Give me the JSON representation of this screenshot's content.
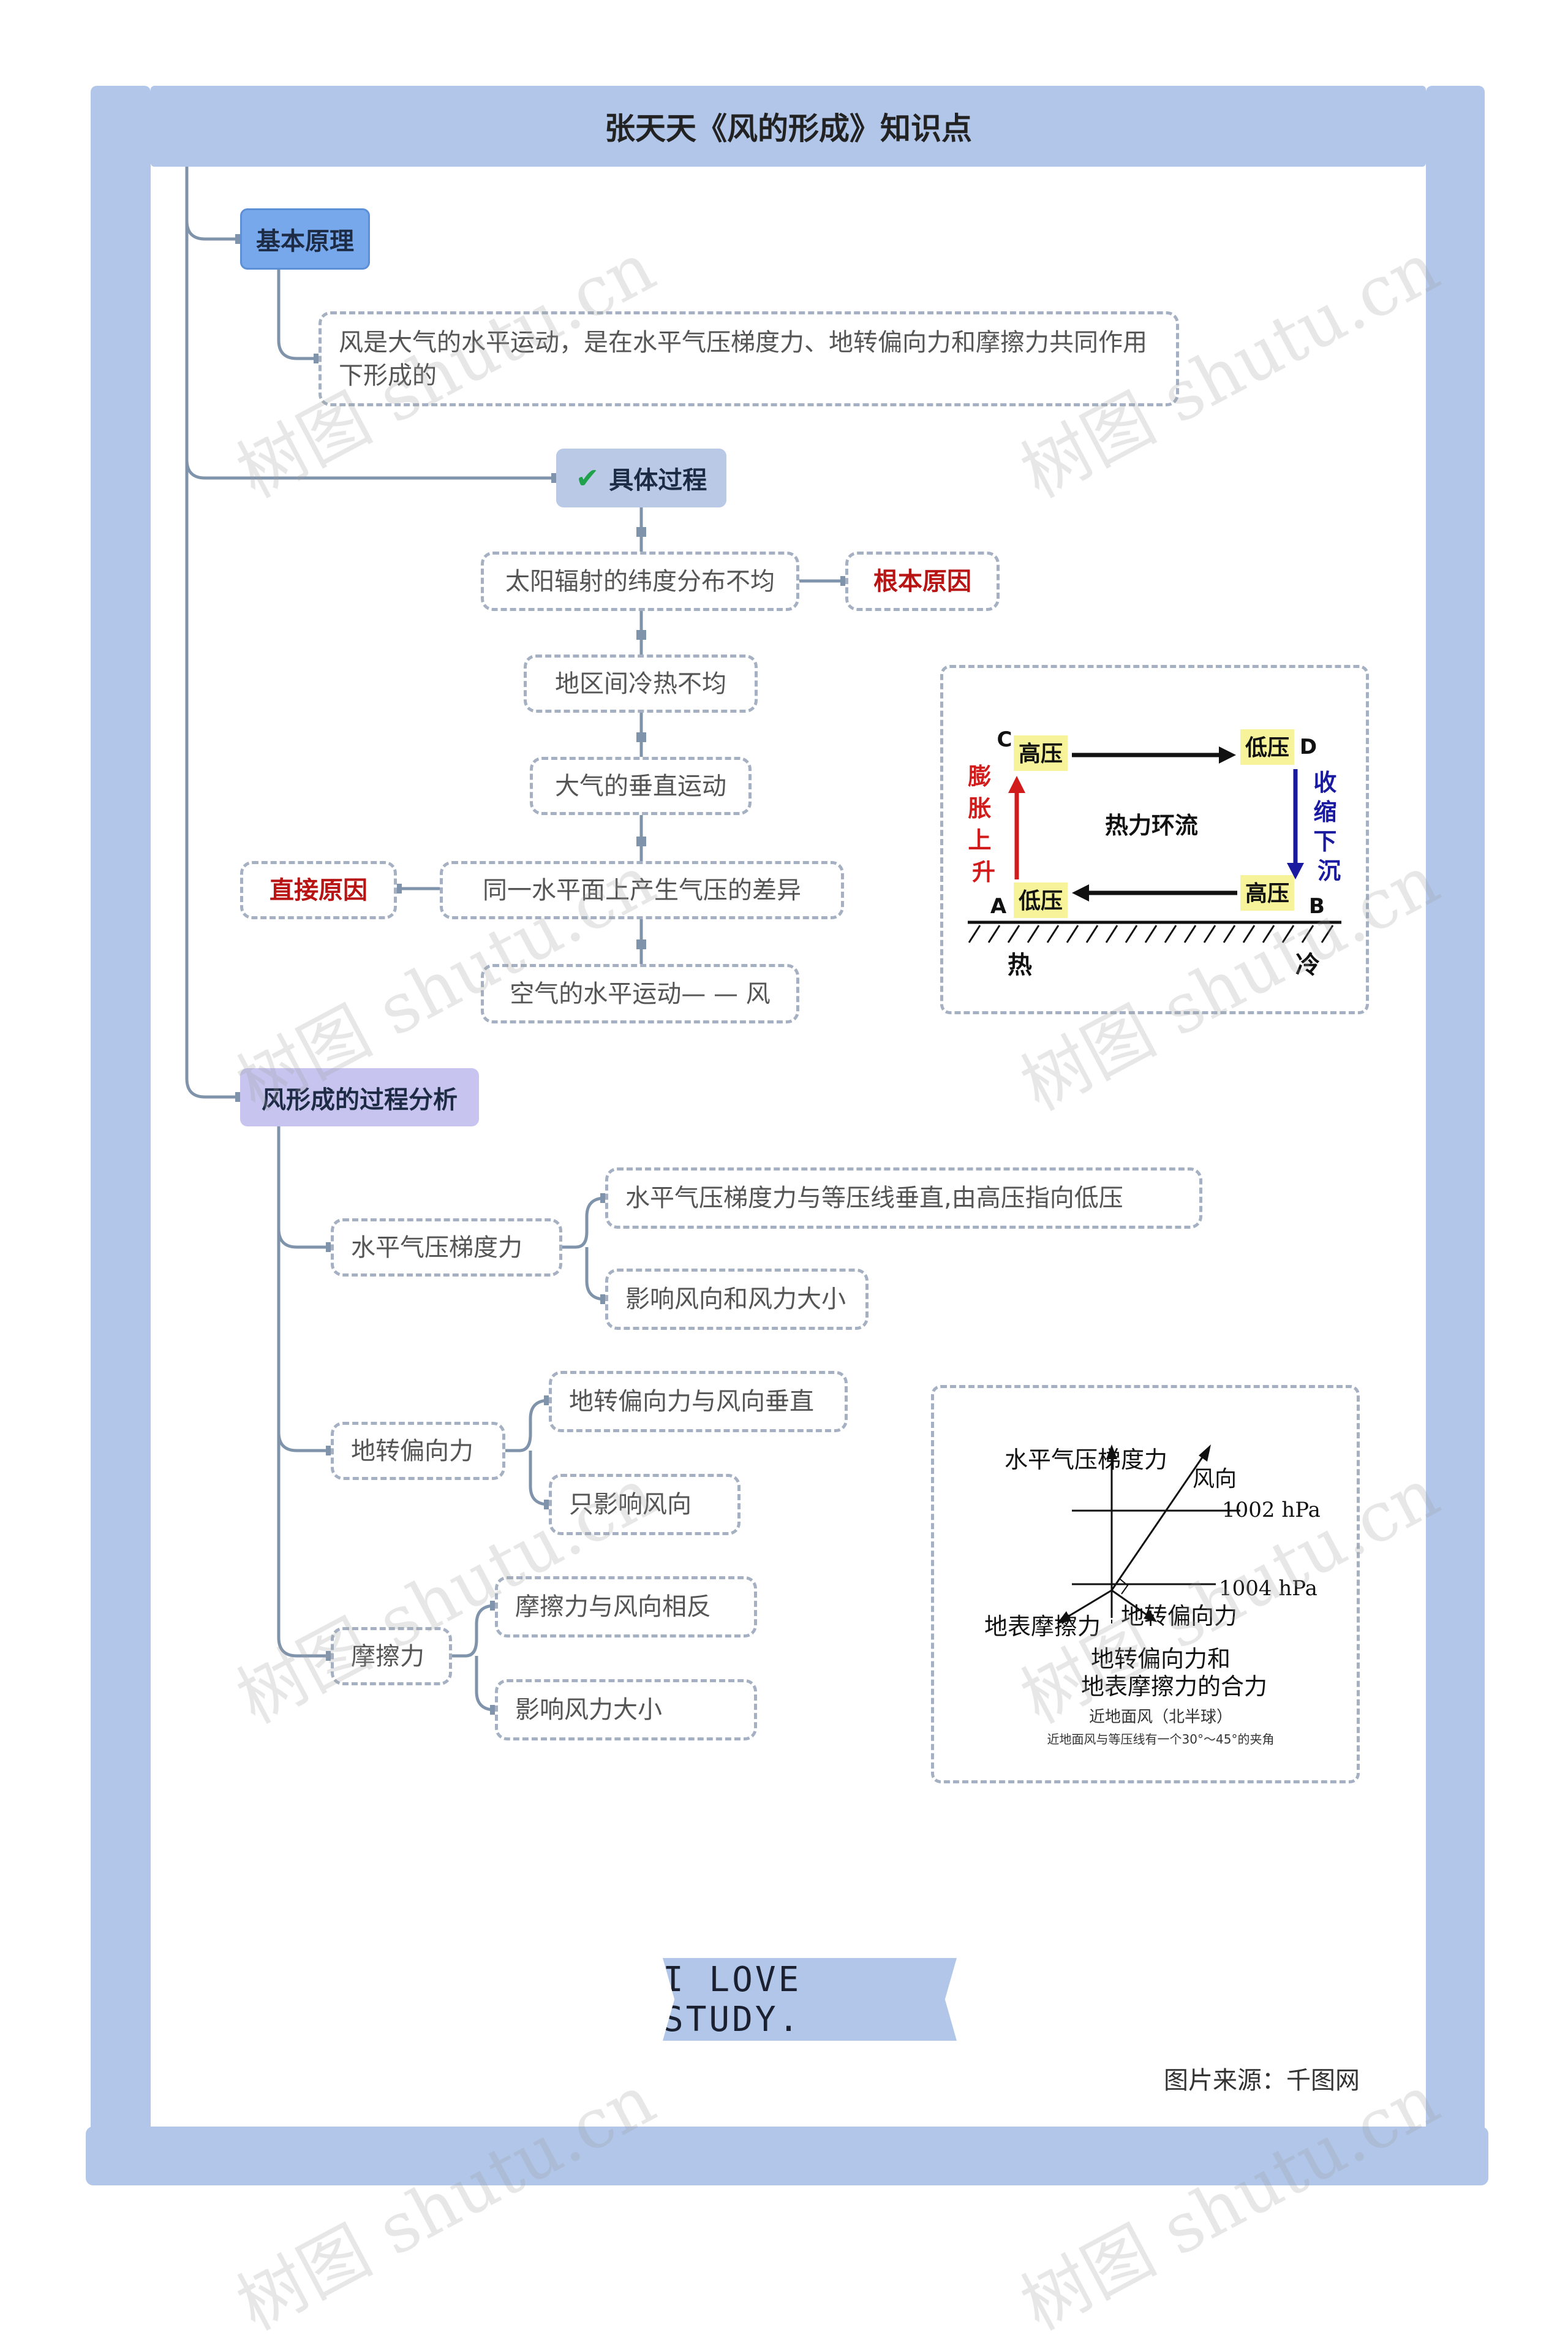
{
  "title": "张天天《风的形成》知识点",
  "sections": {
    "basic": {
      "label": "基本原理",
      "text": "风是大气的水平运动，是在水平气压梯度力、地转偏向力和摩擦力共同作用下形成的"
    },
    "process": {
      "label": "具体过程",
      "steps": [
        "太阳辐射的纬度分布不均",
        "地区间冷热不均",
        "大气的垂直运动",
        "同一水平面上产生气压的差异",
        "空气的水平运动— — 风"
      ],
      "root_cause": "根本原因",
      "direct_cause": "直接原因"
    },
    "analysis": {
      "label": "风形成的过程分析",
      "forces": [
        {
          "name": "水平气压梯度力",
          "details": [
            "水平气压梯度力与等压线垂直,由高压指向低压",
            "影响风向和风力大小"
          ]
        },
        {
          "name": "地转偏向力",
          "details": [
            "地转偏向力与风向垂直",
            "只影响风向"
          ]
        },
        {
          "name": "摩擦力",
          "details": [
            "摩擦力与风向相反",
            "影响风力大小"
          ]
        }
      ]
    }
  },
  "thermal_diagram": {
    "center": "热力环流",
    "high_c": "高压",
    "low_d": "低压",
    "low_a": "低压",
    "high_b": "高压",
    "letters": [
      "C",
      "D",
      "A",
      "B"
    ],
    "left_label": "膨胀上升",
    "right_label": "收缩下沉",
    "ground_left": "热",
    "ground_right": "冷"
  },
  "force_diagram": {
    "pgf_label": "水平气压梯度力",
    "wind_label": "风向",
    "isobar_1": "1002 hPa",
    "isobar_2": "1004 hPa",
    "friction_label": "地表摩擦力",
    "coriolis_label": "地转偏向力",
    "resultant_1": "地转偏向力和",
    "resultant_2": "地表摩擦力的合力",
    "caption_1": "近地面风（北半球）",
    "caption_2": "近地面风与等压线有一个30°～45°的夹角"
  },
  "banner": "I LOVE STUDY.",
  "source": "图片来源：千图网",
  "watermark": "树图 shutu.cn",
  "colors": {
    "frame": "#b1c6e8",
    "connector": "#7f93ab",
    "accent_red": "#b81414",
    "accent_blue": "#1a1aa0"
  }
}
